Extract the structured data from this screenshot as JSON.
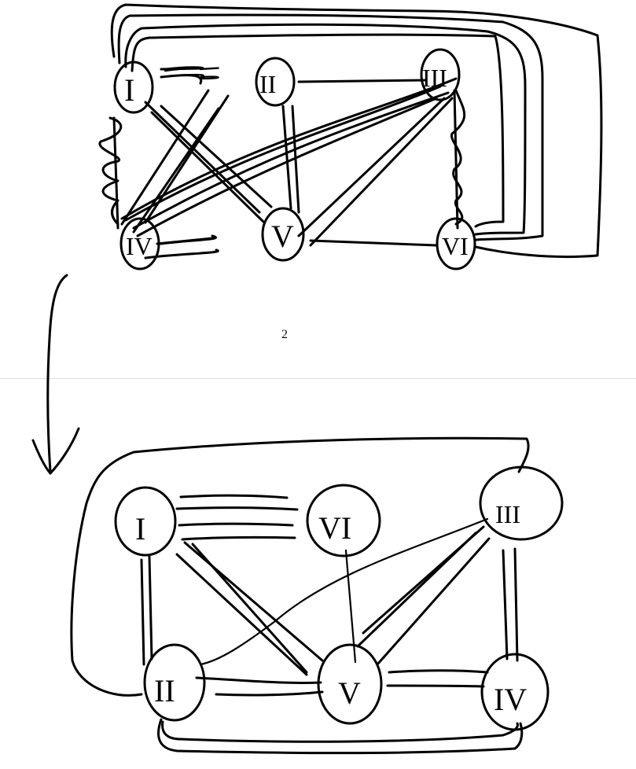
{
  "page": {
    "number": "2"
  },
  "diagram_top": {
    "nodes": [
      {
        "id": "I",
        "label": "I"
      },
      {
        "id": "II",
        "label": "II"
      },
      {
        "id": "III",
        "label": "III"
      },
      {
        "id": "IV",
        "label": "IV"
      },
      {
        "id": "V",
        "label": "V"
      },
      {
        "id": "VI",
        "label": "VI"
      }
    ],
    "edges": [
      {
        "from": "I",
        "to": "II",
        "count": 2
      },
      {
        "from": "I",
        "to": "IV",
        "count": 1,
        "style": "zigzag"
      },
      {
        "from": "I",
        "to": "V",
        "count": 2
      },
      {
        "from": "I",
        "to": "VI",
        "count": 4,
        "style": "outer-loop"
      },
      {
        "from": "II",
        "to": "III",
        "count": 1
      },
      {
        "from": "II",
        "to": "IV",
        "count": 2
      },
      {
        "from": "II",
        "to": "V",
        "count": 2
      },
      {
        "from": "III",
        "to": "IV",
        "count": 3
      },
      {
        "from": "III",
        "to": "V",
        "count": 2
      },
      {
        "from": "III",
        "to": "VI",
        "count": 1,
        "style": "zigzag"
      },
      {
        "from": "IV",
        "to": "V",
        "count": 2
      },
      {
        "from": "V",
        "to": "VI",
        "count": 1
      }
    ]
  },
  "diagram_bottom": {
    "nodes": [
      {
        "id": "I",
        "label": "I"
      },
      {
        "id": "VI",
        "label": "VI"
      },
      {
        "id": "III",
        "label": "III"
      },
      {
        "id": "II",
        "label": "II"
      },
      {
        "id": "V",
        "label": "V"
      },
      {
        "id": "IV",
        "label": "IV"
      }
    ],
    "edges": [
      {
        "from": "I",
        "to": "VI",
        "count": 4
      },
      {
        "from": "I",
        "to": "II",
        "count": 2
      },
      {
        "from": "I",
        "to": "V",
        "count": 2
      },
      {
        "from": "I",
        "to": "III",
        "count": 1,
        "style": "outer-loop"
      },
      {
        "from": "VI",
        "to": "V",
        "count": 1
      },
      {
        "from": "III",
        "to": "II",
        "count": 1
      },
      {
        "from": "III",
        "to": "V",
        "count": 2
      },
      {
        "from": "III",
        "to": "IV",
        "count": 2
      },
      {
        "from": "II",
        "to": "V",
        "count": 2
      },
      {
        "from": "V",
        "to": "IV",
        "count": 2
      },
      {
        "from": "II",
        "to": "IV",
        "count": 2,
        "style": "bottom-loop"
      }
    ]
  },
  "annotations": {
    "transform_arrow": "down-arrow"
  }
}
